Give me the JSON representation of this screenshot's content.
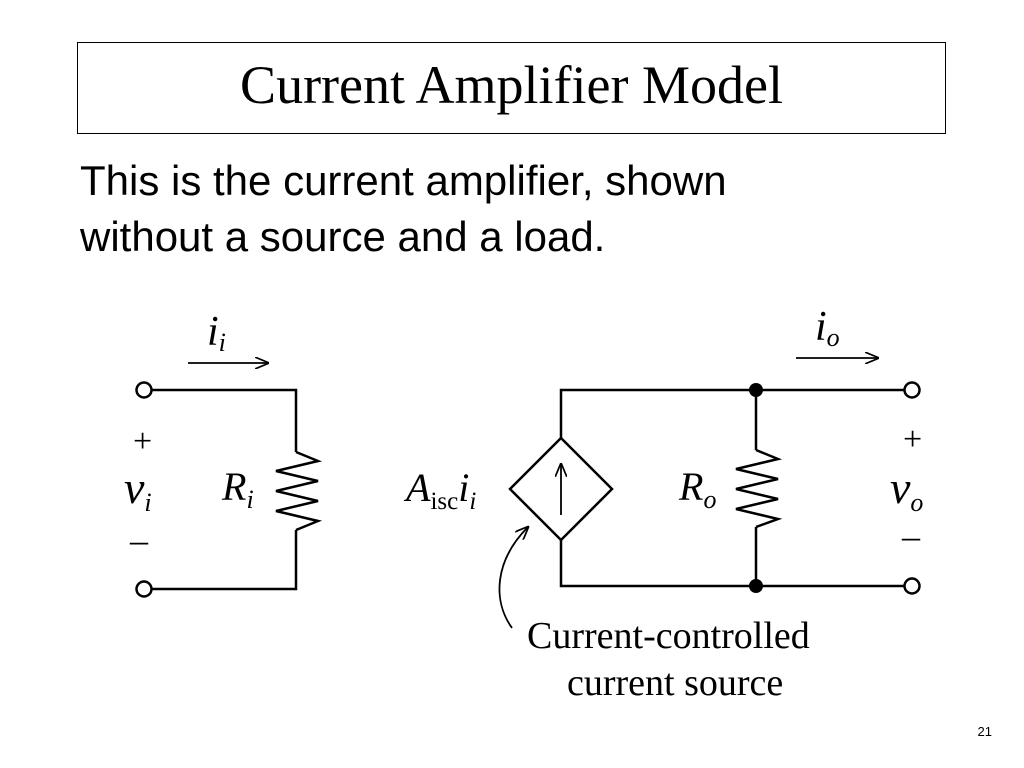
{
  "title": "Current Amplifier Model",
  "description": {
    "line1": "This is the current amplifier, shown",
    "line2": "without a source and a load."
  },
  "diagram": {
    "input_current": {
      "symbol": "i",
      "subscript": "i"
    },
    "output_current": {
      "symbol": "i",
      "subscript": "o"
    },
    "input_voltage": {
      "plus": "+",
      "symbol": "v",
      "subscript": "i",
      "minus": "–"
    },
    "output_voltage": {
      "plus": "+",
      "symbol": "v",
      "subscript": "o",
      "minus": "–"
    },
    "input_resistor": {
      "symbol": "R",
      "subscript": "i"
    },
    "output_resistor": {
      "symbol": "R",
      "subscript": "o"
    },
    "controlled_source": {
      "symbol": "A",
      "subscript": "isc",
      "control_symbol": "i",
      "control_subscript": "i"
    },
    "source_caption": {
      "line1": "Current-controlled",
      "line2": "current source"
    }
  },
  "page_number": "21"
}
